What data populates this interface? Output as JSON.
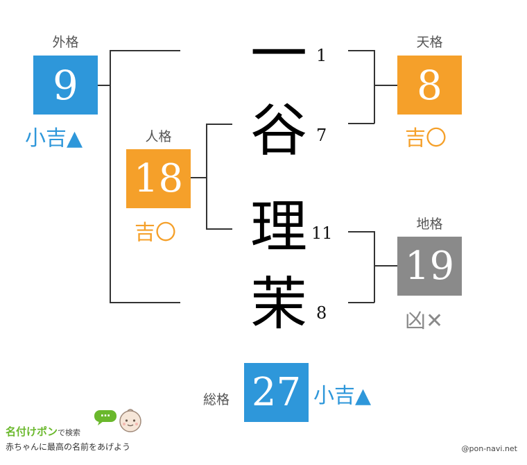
{
  "colors": {
    "blue": "#2e97da",
    "orange": "#f5a02a",
    "gray": "#8a8a8a"
  },
  "gaikaku": {
    "label": "外格",
    "value": "9",
    "fortune": "小吉▲"
  },
  "tenkaku": {
    "label": "天格",
    "value": "8",
    "fortune": "吉〇"
  },
  "jinkaku": {
    "label": "人格",
    "value": "18",
    "fortune": "吉〇"
  },
  "chikaku": {
    "label": "地格",
    "value": "19",
    "fortune": "凶✕"
  },
  "soukaku": {
    "label": "総格",
    "value": "27",
    "fortune": "小吉▲"
  },
  "name_chars": [
    {
      "char": "一",
      "strokes": "1"
    },
    {
      "char": "谷",
      "strokes": "7"
    },
    {
      "char": "理",
      "strokes": "11"
    },
    {
      "char": "茉",
      "strokes": "8"
    }
  ],
  "logo": {
    "title": "名付けポン",
    "search": "で検索",
    "tagline": "赤ちゃんに最高の名前をあげよう",
    "bubble": "…"
  },
  "copyright": "@pon-navi.net"
}
